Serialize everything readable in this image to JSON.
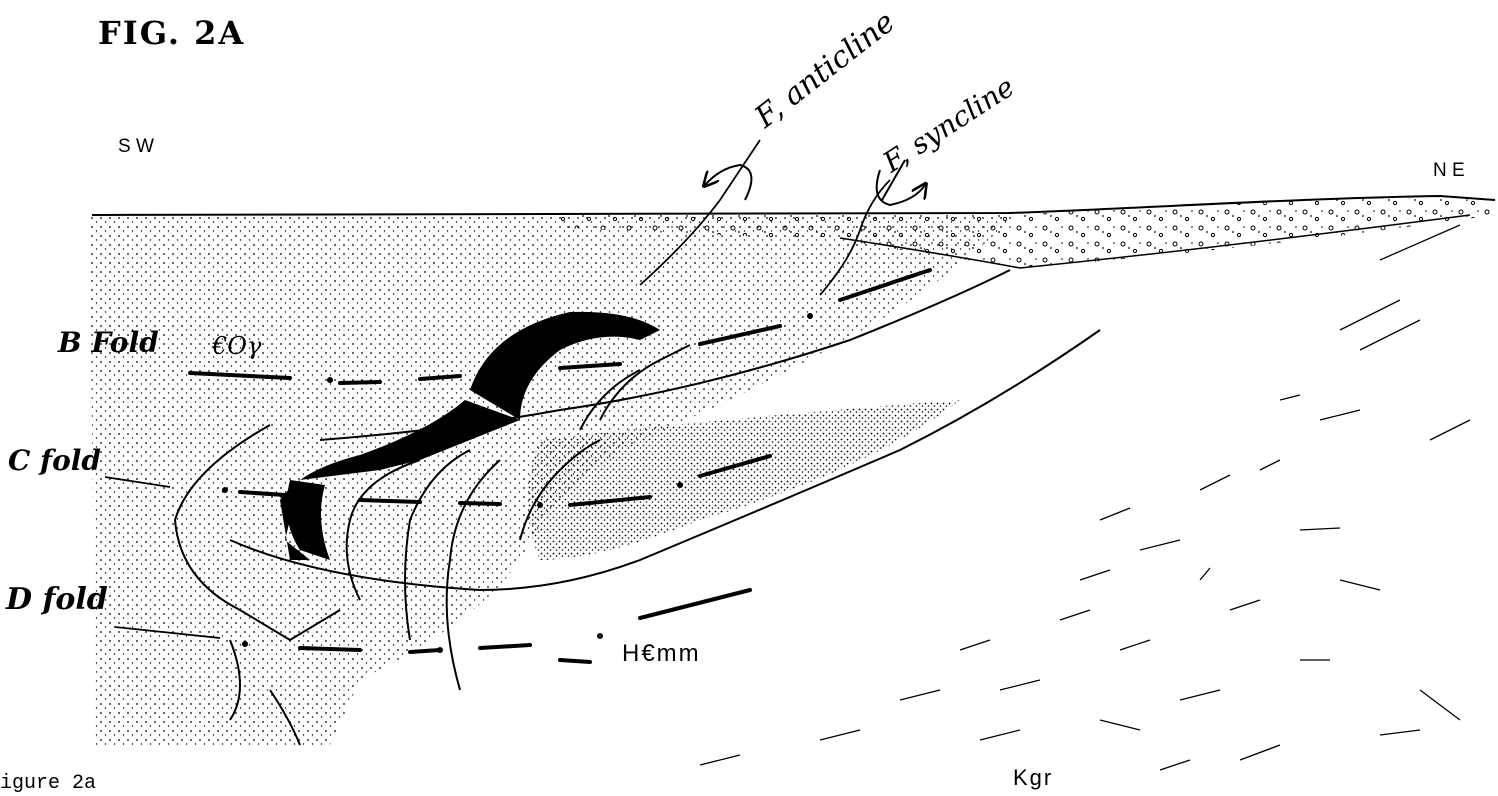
{
  "figure": {
    "title": "FIG. 2A",
    "caption": "igure 2a"
  },
  "labels": {
    "sw": "S W",
    "ne": "N E",
    "f1_anticline": "F, anticline",
    "f1_syncline": "F, syncline",
    "b_fold": "B Fold",
    "c_fold": "C fold",
    "d_fold": "D fold",
    "unit_eoy": "€Oγ",
    "unit_hemm": "H€mm",
    "unit_kgr": "Kgr"
  }
}
